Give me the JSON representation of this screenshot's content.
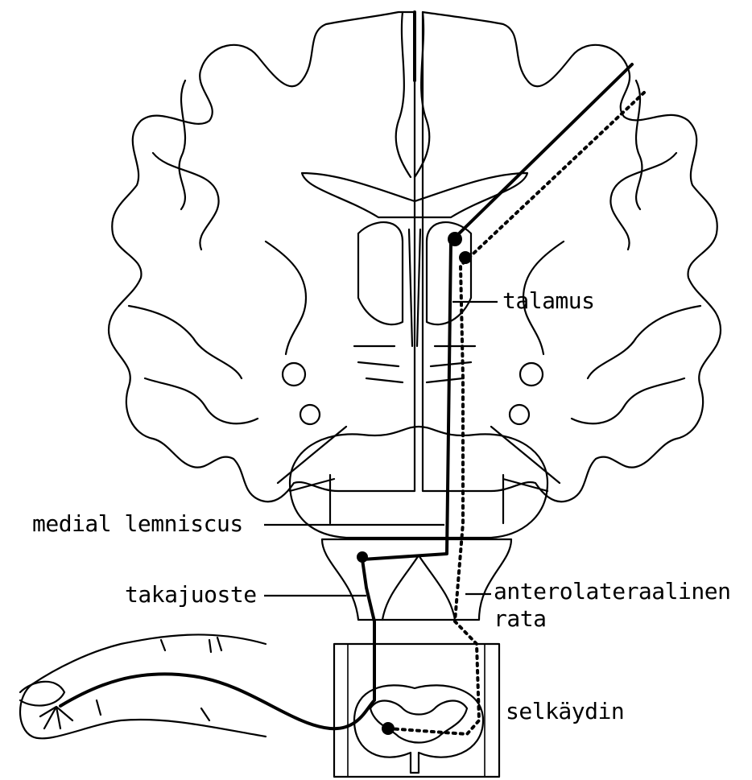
{
  "labels": {
    "thalamus": "talamus",
    "medial_lemniscus": "medial lemniscus",
    "dorsal_column": "takajuoste",
    "anterolateral_line1": "anterolateraalinen",
    "anterolateral_line2": "rata",
    "spinal_cord": "selkäydin"
  }
}
